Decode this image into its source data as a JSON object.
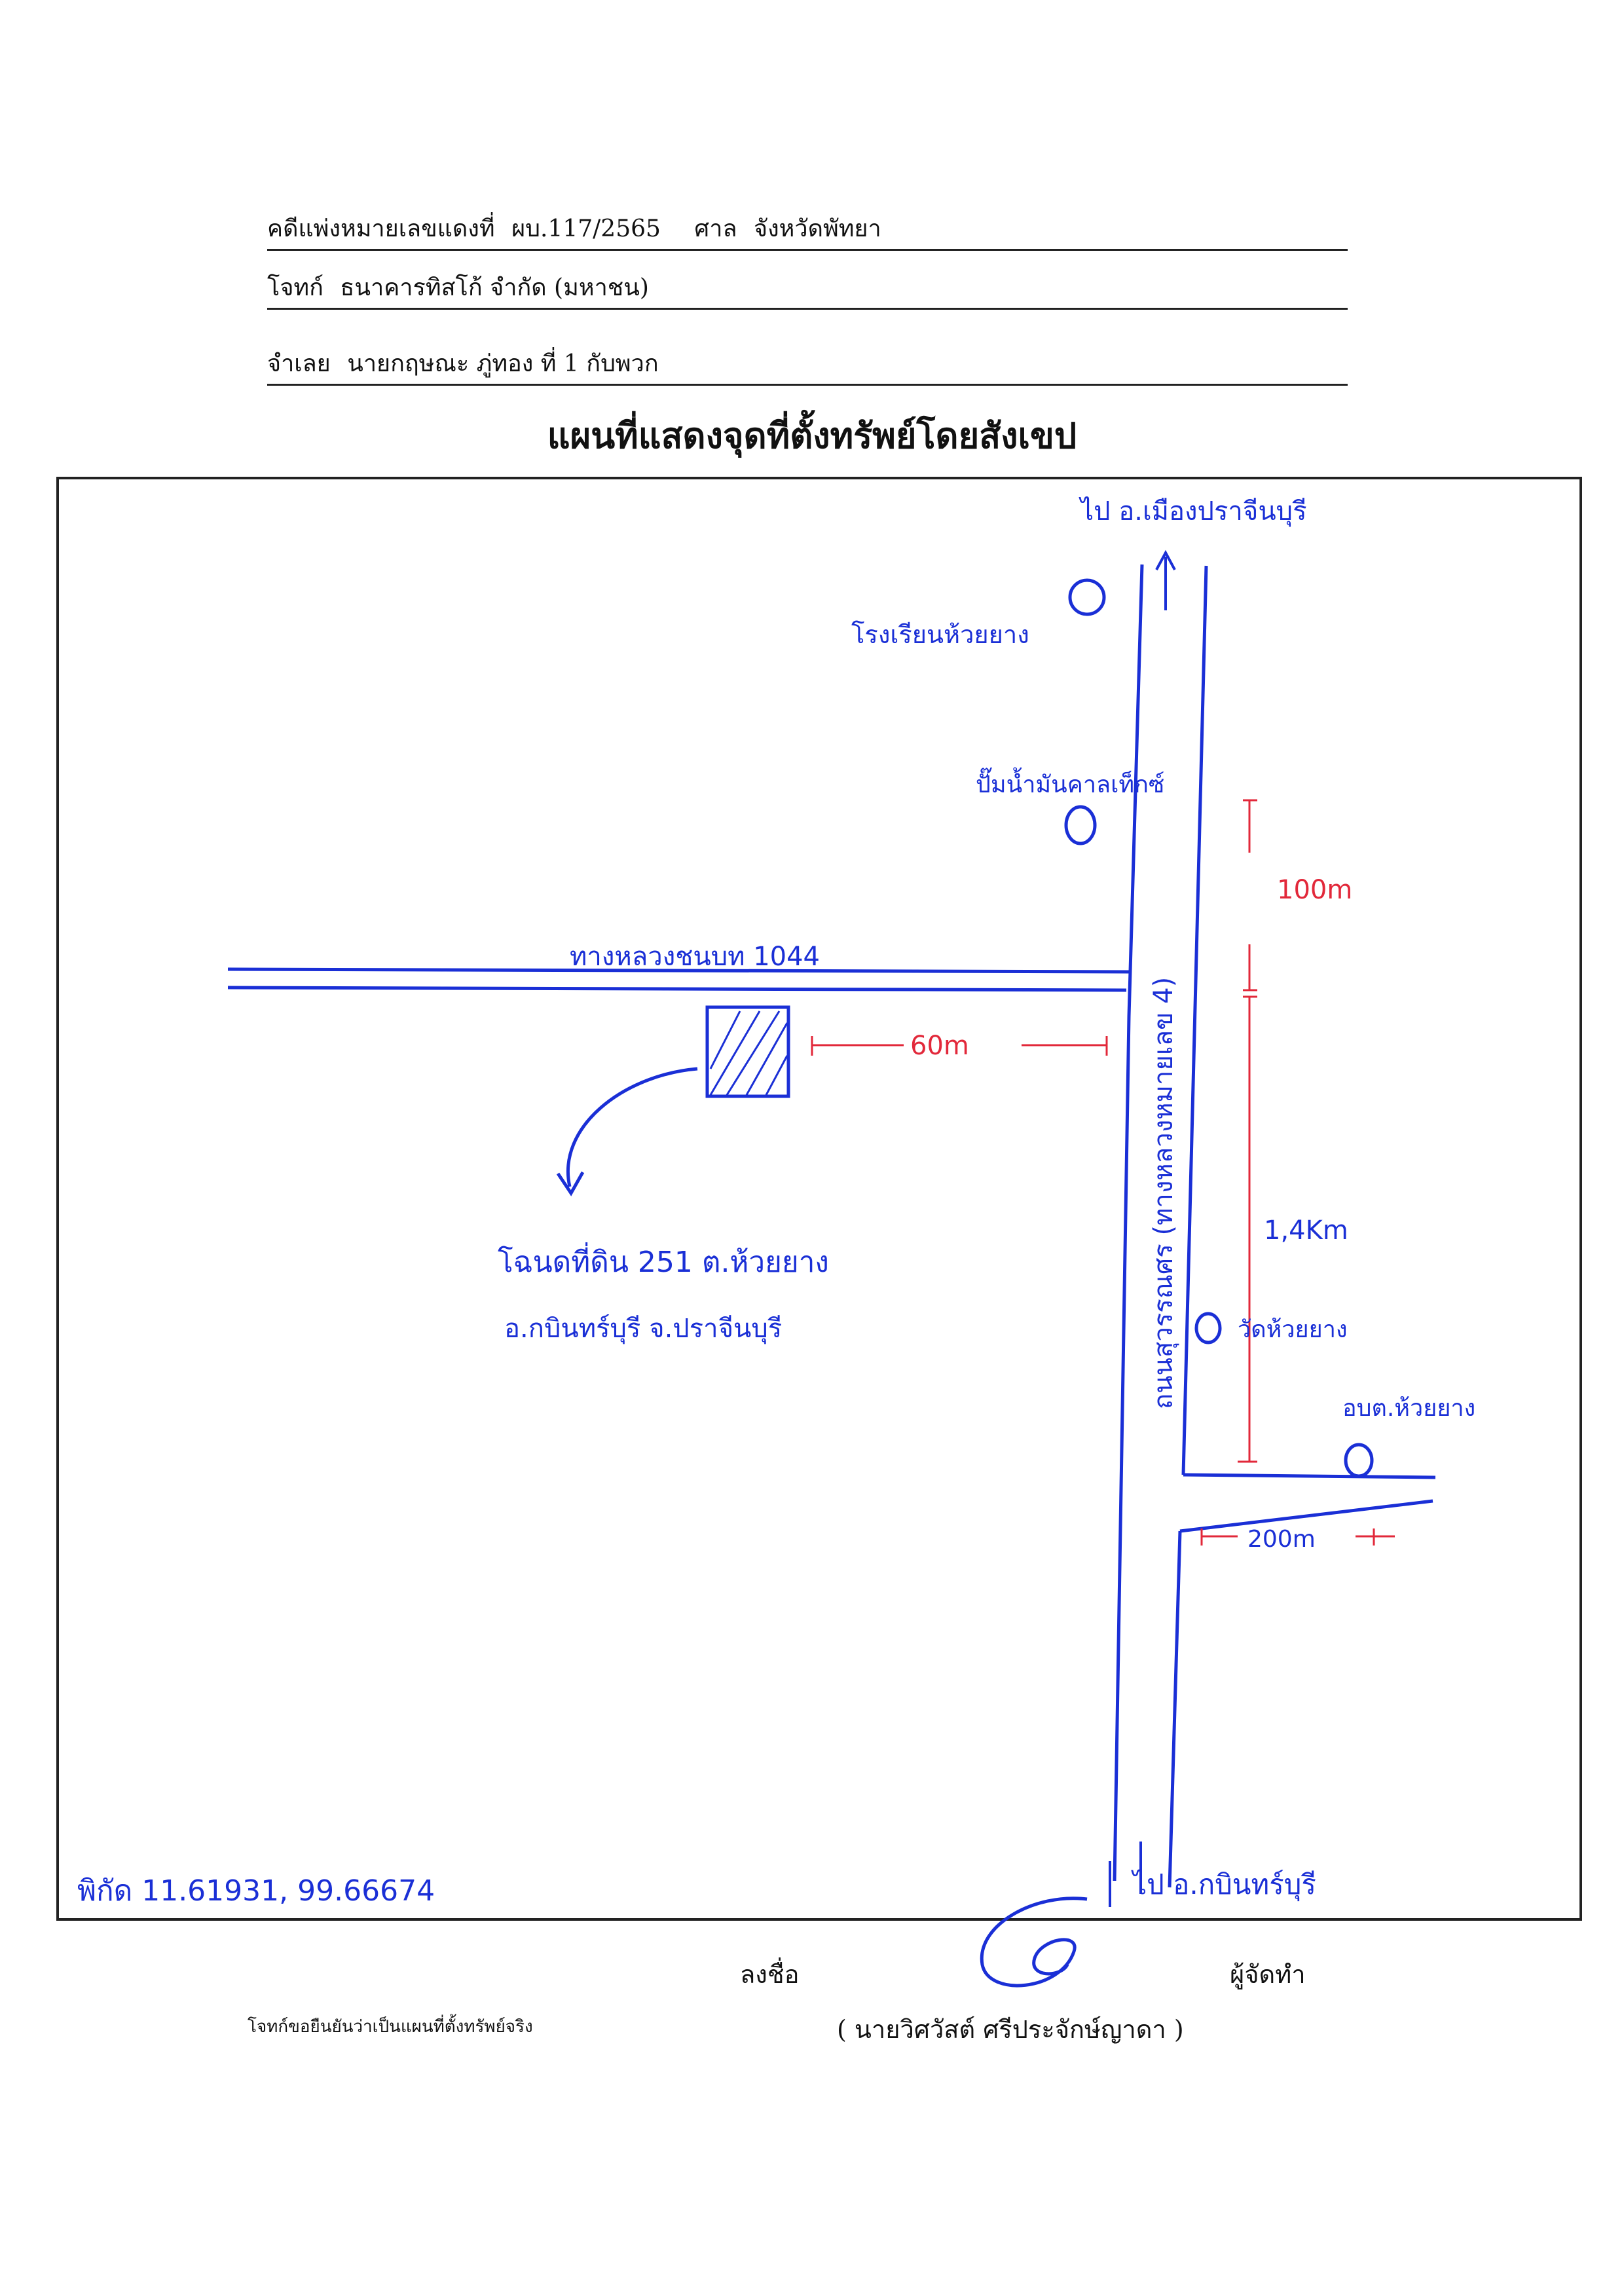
{
  "header": {
    "case_label": "คดีแพ่งหมายเลขแดงที่",
    "case_number": "ผบ.117/2565",
    "court_label": "ศาล",
    "court_name": "จังหวัดพัทยา",
    "plaintiff_label": "โจทก์",
    "plaintiff_name": "ธนาคารทิสโก้ จำกัด (มหาชน)",
    "defendant_label": "จำเลย",
    "defendant_name": "นายกฤษณะ ภู่ทอง ที่ 1 กับพวก"
  },
  "title": "แผนที่แสดงจุดที่ตั้งทรัพย์โดยสังเขป",
  "map": {
    "north_direction": "ไป อ.เมืองปราจีนบุรี",
    "south_direction": "ไป อ.กบินทร์บุรี",
    "main_road": "ถนนสุวรรณศร (ทางหลวงหมายเลข 4)",
    "side_road": "ทางหลวงชนบท 1044",
    "landmarks": [
      {
        "name": "โรงเรียนห้วยยาง"
      },
      {
        "name": "ปั๊มน้ำมันคาลเท็กซ์"
      },
      {
        "name": "วัดห้วยยาง"
      },
      {
        "name": "อบต.ห้วยยาง"
      }
    ],
    "distances": [
      "100m",
      "60m",
      "1,4Km",
      "200m"
    ],
    "parcel_label_line1": "โฉนดที่ดิน 251 ต.ห้วยยาง",
    "parcel_label_line2": "อ.กบินทร์บุรี จ.ปราจีนบุรี",
    "coordinates": "พิกัด 11.61931, 99.66674"
  },
  "footer": {
    "sign_label": "ลงชื่อ",
    "role_label": "ผู้จัดทำ",
    "signer_name": "( นายวิศวัสต์ ศรีประจักษ์ญาดา )",
    "certification": "โจทก์ขอยืนยันว่าเป็นแผนที่ตั้งทรัพย์จริง"
  },
  "colors": {
    "ink_blue": "#1a2fd6",
    "ink_red": "#e2283a",
    "line_black": "#222222"
  }
}
